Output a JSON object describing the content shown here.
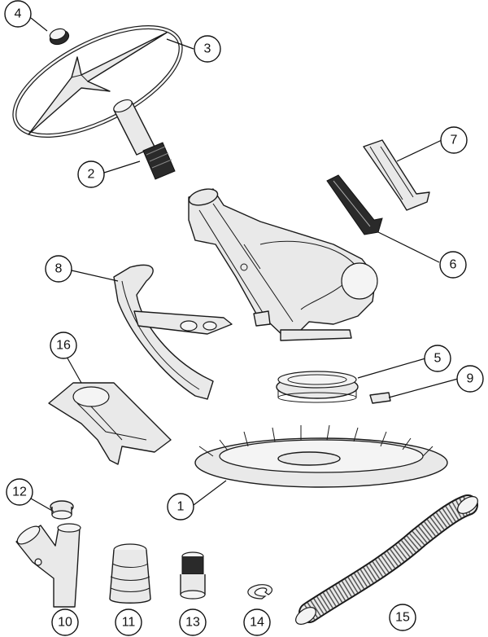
{
  "callouts": [
    {
      "id": "4",
      "label": "4"
    },
    {
      "id": "3",
      "label": "3"
    },
    {
      "id": "2",
      "label": "2"
    },
    {
      "id": "7",
      "label": "7"
    },
    {
      "id": "6",
      "label": "6"
    },
    {
      "id": "8",
      "label": "8"
    },
    {
      "id": "16",
      "label": "16"
    },
    {
      "id": "5",
      "label": "5"
    },
    {
      "id": "9",
      "label": "9"
    },
    {
      "id": "1",
      "label": "1"
    },
    {
      "id": "12",
      "label": "12"
    },
    {
      "id": "10",
      "label": "10"
    },
    {
      "id": "11",
      "label": "11"
    },
    {
      "id": "13",
      "label": "13"
    },
    {
      "id": "14",
      "label": "14"
    },
    {
      "id": "15",
      "label": "15"
    }
  ]
}
